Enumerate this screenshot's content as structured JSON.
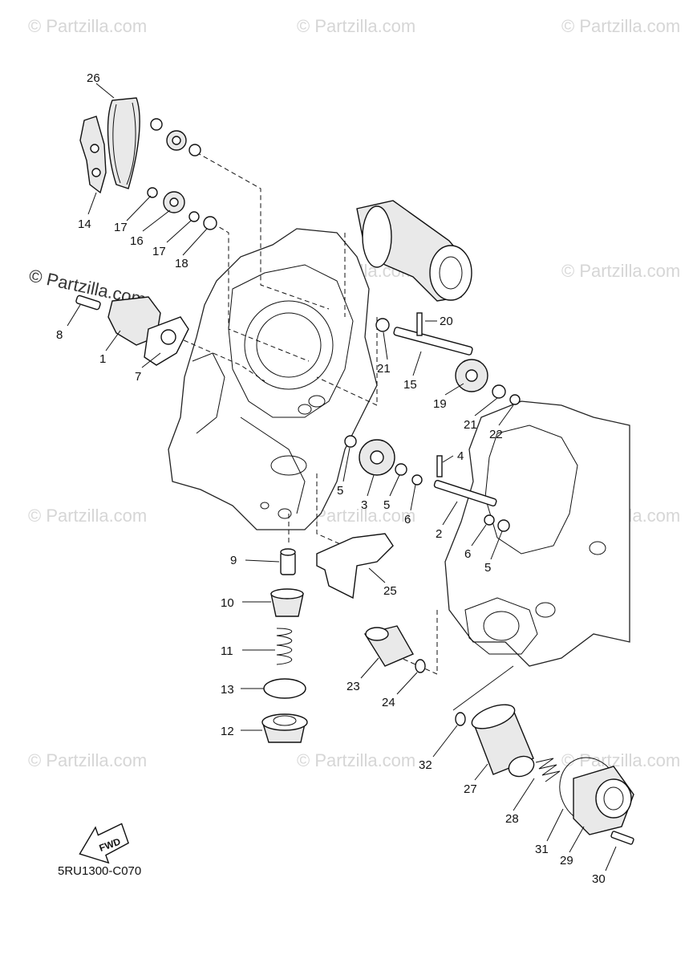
{
  "diagram": {
    "diagram_code": "5RU1300-C070",
    "fwd_label": "FWD",
    "watermark_text": "© Partzilla.com",
    "watermark_text_strong": "© Partzilla.com"
  },
  "callouts": [
    {
      "id": "c26a",
      "number": "26"
    },
    {
      "id": "c14",
      "number": "14"
    },
    {
      "id": "c17a",
      "number": "17"
    },
    {
      "id": "c16",
      "number": "16"
    },
    {
      "id": "c17b",
      "number": "17"
    },
    {
      "id": "c18",
      "number": "18"
    },
    {
      "id": "c8",
      "number": "8"
    },
    {
      "id": "c1",
      "number": "1"
    },
    {
      "id": "c7",
      "number": "7"
    },
    {
      "id": "c20",
      "number": "20"
    },
    {
      "id": "c21a",
      "number": "21"
    },
    {
      "id": "c15",
      "number": "15"
    },
    {
      "id": "c19",
      "number": "19"
    },
    {
      "id": "c21b",
      "number": "21"
    },
    {
      "id": "c22",
      "number": "22"
    },
    {
      "id": "c4",
      "number": "4"
    },
    {
      "id": "c5a",
      "number": "5"
    },
    {
      "id": "c3",
      "number": "3"
    },
    {
      "id": "c5b",
      "number": "5"
    },
    {
      "id": "c6a",
      "number": "6"
    },
    {
      "id": "c2",
      "number": "2"
    },
    {
      "id": "c6b",
      "number": "6"
    },
    {
      "id": "c5c",
      "number": "5"
    },
    {
      "id": "c9",
      "number": "9"
    },
    {
      "id": "c25",
      "number": "25"
    },
    {
      "id": "c10",
      "number": "10"
    },
    {
      "id": "c11",
      "number": "11"
    },
    {
      "id": "c23",
      "number": "23"
    },
    {
      "id": "c24",
      "number": "24"
    },
    {
      "id": "c13",
      "number": "13"
    },
    {
      "id": "c12",
      "number": "12"
    },
    {
      "id": "c32",
      "number": "32"
    },
    {
      "id": "c27",
      "number": "27"
    },
    {
      "id": "c28",
      "number": "28"
    },
    {
      "id": "c31",
      "number": "31"
    },
    {
      "id": "c29",
      "number": "29"
    },
    {
      "id": "c30",
      "number": "30"
    }
  ]
}
